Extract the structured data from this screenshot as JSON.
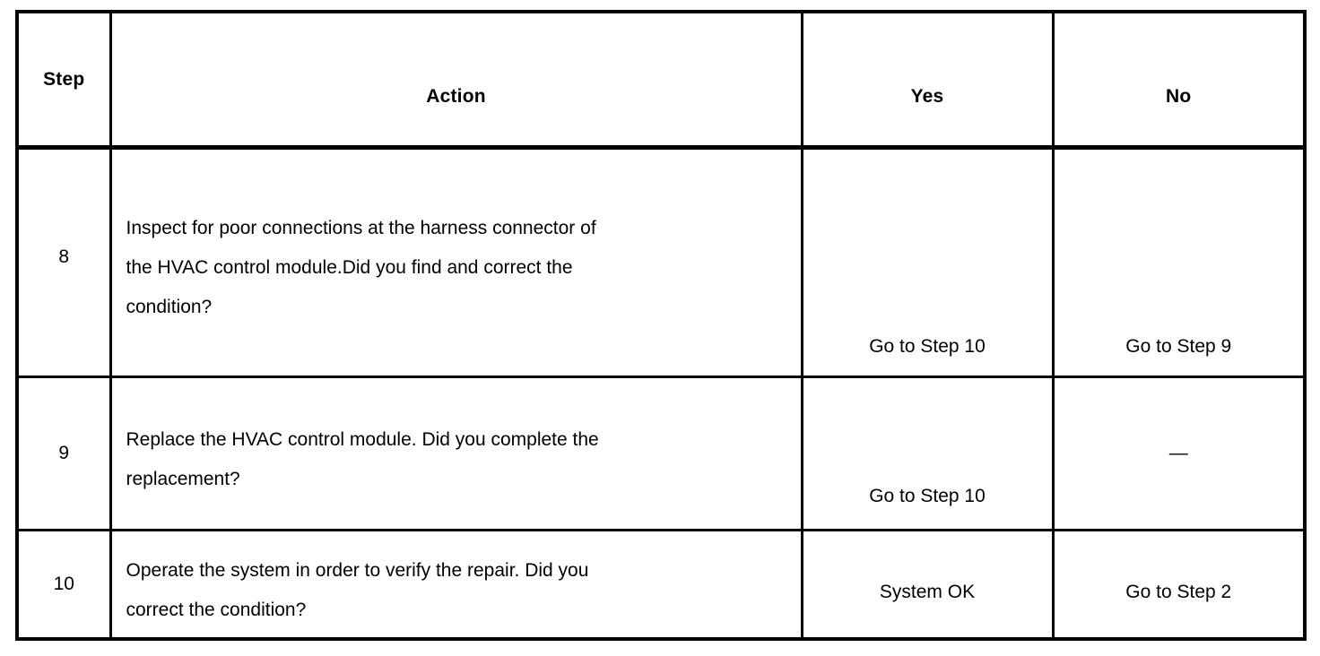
{
  "table": {
    "headers": {
      "step": "Step",
      "action": "Action",
      "yes": "Yes",
      "no": "No"
    },
    "rows": [
      {
        "step": "8",
        "action": "Inspect for poor connections at the harness connector of\nthe HVAC control module.Did you find and correct the\n condition?",
        "yes": "Go to Step 10",
        "no": "Go to Step 9"
      },
      {
        "step": "9",
        "action": "Replace the HVAC control module. Did you complete the\nreplacement?",
        "yes": "Go to Step 10",
        "no": "—"
      },
      {
        "step": "10",
        "action": "Operate the system in order to verify the repair. Did you\ncorrect the condition?",
        "yes": "System OK",
        "no": "Go to Step 2"
      }
    ]
  },
  "colors": {
    "border": "#000000",
    "text": "#000000",
    "background": "#ffffff"
  }
}
